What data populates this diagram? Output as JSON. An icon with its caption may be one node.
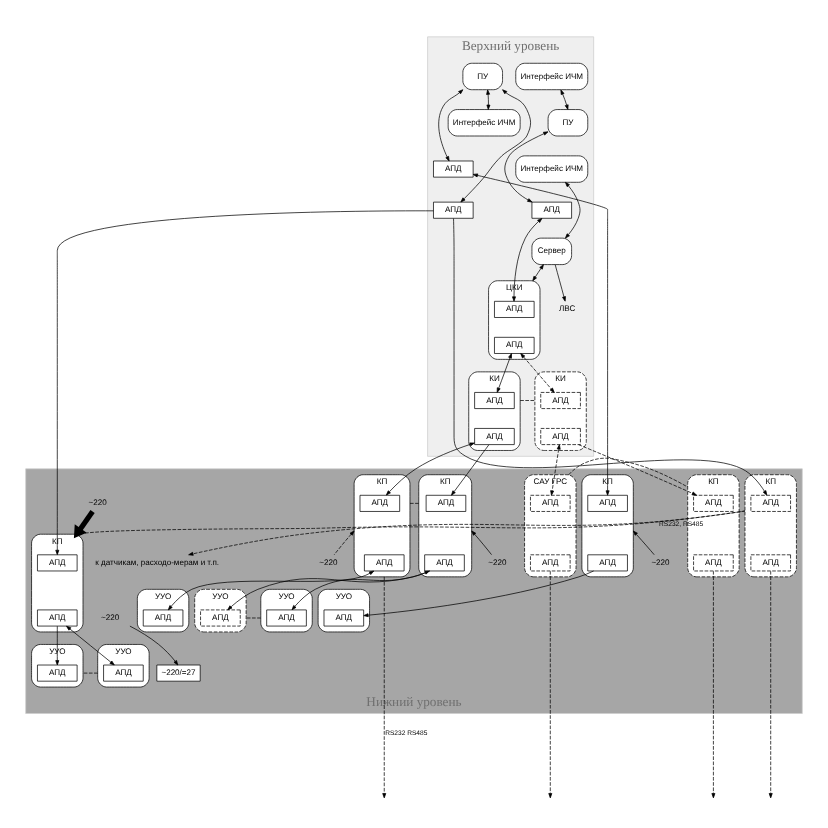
{
  "diagram": {
    "nodes": [
      {
        "text": [
          "Верхний уровень"
        ]
      },
      {
        "text": [
          "Нижний уровень"
        ]
      },
      {
        "text": [
          "Интерфейс ИЧМ"
        ],
        "in": 0
      },
      {
        "text": [
          "ПУ"
        ],
        "in": 0
      },
      {
        "text": [
          "Интерфейс ИЧМ"
        ],
        "in": 0
      },
      {
        "text": [
          "АПД"
        ],
        "in": 0
      },
      {
        "text": [
          "Сервер"
        ],
        "in": 0
      },
      {
        "text": [
          "ЦКИ"
        ],
        "in": 0
      },
      {
        "text": [
          "АПД"
        ],
        "in": 7
      },
      {
        "text": [
          "АПД"
        ],
        "in": 7
      },
      {
        "text": [
          "ЛВС"
        ],
        "in": 0
      },
      {
        "text": [
          "КИ"
        ],
        "in": 0
      },
      {
        "text": [
          "АПД"
        ],
        "in": 11
      },
      {
        "text": [
          "АПД"
        ],
        "in": 11
      },
      {
        "text": [
          "КИ"
        ],
        "in": 0
      },
      {
        "text": [
          "АПД"
        ],
        "in": 14
      },
      {
        "text": [
          "АПД"
        ],
        "in": 14
      },
      {
        "text": [
          "ПУ"
        ],
        "in": 0
      },
      {
        "text": [
          "Интерфейс ИЧМ"
        ],
        "in": 0
      },
      {
        "text": [
          "АПД"
        ],
        "in": 0
      },
      {
        "text": [
          "АПД"
        ],
        "in": 0
      },
      {
        "text": [
          "КП"
        ],
        "in": 1
      },
      {
        "text": [
          "АПД"
        ],
        "in": 21
      },
      {
        "text": [
          "АПД"
        ],
        "in": 21
      },
      {
        "text": [
          "~220"
        ],
        "in": 1
      },
      {
        "text": [
          "КП"
        ],
        "in": 1
      },
      {
        "text": [
          "АПД"
        ],
        "in": 25
      },
      {
        "text": [
          "АПД"
        ],
        "in": 25
      },
      {
        "text": [
          "~220"
        ],
        "in": 1
      },
      {
        "text": [
          "УУО"
        ],
        "in": 1
      },
      {
        "text": [
          "АПД"
        ],
        "in": 29
      },
      {
        "text": [
          "УУО"
        ],
        "in": 1
      },
      {
        "text": [
          "АПД"
        ],
        "in": 31
      },
      {
        "text": [
          "УУО"
        ],
        "in": 1
      },
      {
        "text": [
          "АПД"
        ],
        "in": 33
      },
      {
        "text": [
          "САУ ГРС"
        ],
        "in": 1
      },
      {
        "text": [
          "АПД"
        ],
        "in": 35
      },
      {
        "text": [
          "АПД"
        ],
        "in": 35
      },
      {
        "text": [
          "КП"
        ],
        "in": 1
      },
      {
        "text": [
          "АПД"
        ],
        "in": 38
      },
      {
        "text": [
          "АПД"
        ],
        "in": 38
      },
      {
        "text": [
          "КП"
        ],
        "in": 1
      },
      {
        "text": [
          "АПД"
        ],
        "in": 41
      },
      {
        "text": [
          "АПД"
        ],
        "in": 41
      },
      {
        "text": [
          "~220"
        ],
        "in": 1
      },
      {
        "text": [
          "КП"
        ],
        "in": 1
      },
      {
        "text": [
          "АПД"
        ],
        "in": 45
      },
      {
        "text": [
          "АПД"
        ],
        "in": 45
      },
      {
        "text": [
          "~220"
        ],
        "in": 1
      },
      {
        "text": [
          "КП"
        ],
        "in": 1
      },
      {
        "text": [
          "АПД"
        ],
        "in": 49
      },
      {
        "text": [
          "АПД"
        ],
        "in": 49
      },
      {
        "text": [
          "к датчикам, расходо-мерам и т.п."
        ],
        "in": 1
      },
      {
        "text": [
          "~220"
        ],
        "in": 1
      },
      {
        "text": [
          "~220/=27"
        ],
        "in": 1
      },
      {
        "text": [
          "УУО"
        ],
        "in": 1
      },
      {
        "text": [
          "АПД"
        ],
        "in": 55
      },
      {
        "text": [
          "УУО"
        ],
        "in": 1
      },
      {
        "text": [
          "АПД"
        ],
        "in": 57
      },
      {
        "text": [
          "УУО"
        ],
        "in": 1
      },
      {
        "text": [
          "АПД"
        ],
        "in": 59
      }
    ],
    "edges": [
      {
        "from": 2,
        "to": 3,
        "arrow": "both"
      },
      {
        "from": 4,
        "to": 6,
        "arrow": "both"
      },
      {
        "from": 3,
        "to": 5,
        "arrow": "both"
      },
      {
        "from": 5,
        "to": 8,
        "arrow": "both"
      },
      {
        "from": 6,
        "to": 10,
        "arrow": "to"
      },
      {
        "from": 6,
        "to": 7,
        "arrow": "both"
      },
      {
        "from": 9,
        "to": 12,
        "arrow": "both"
      },
      {
        "from": 9,
        "to": 15,
        "arrow": "both",
        "style": "dashed"
      },
      {
        "from": 11,
        "to": 14,
        "arrow": "none",
        "style": "dashed"
      },
      {
        "from": 17,
        "to": 18,
        "arrow": "both"
      },
      {
        "from": 17,
        "to": 19,
        "arrow": "both"
      },
      {
        "from": 17,
        "to": 20,
        "arrow": "both"
      },
      {
        "from": 20,
        "to": 46,
        "arrow": "to"
      },
      {
        "from": 20,
        "to": 50,
        "arrow": "to"
      },
      {
        "from": 13,
        "to": 22,
        "arrow": "both"
      },
      {
        "from": 13,
        "to": 26,
        "arrow": "to"
      },
      {
        "from": 21,
        "to": null,
        "arrow": "to",
        "style": "dashed",
        "label": "RS232 RS485"
      },
      {
        "from": 24,
        "to": 21,
        "arrow": "to",
        "style": "dashed"
      },
      {
        "from": 21,
        "to": 25,
        "arrow": "none",
        "style": "dashed"
      },
      {
        "from": 28,
        "to": 25,
        "arrow": "to"
      },
      {
        "from": 23,
        "to": 30,
        "arrow": "both"
      },
      {
        "from": 27,
        "to": 32,
        "arrow": "both"
      },
      {
        "from": 27,
        "to": 34,
        "arrow": "to"
      },
      {
        "from": 31,
        "to": 33,
        "arrow": "none",
        "style": "dashed"
      },
      {
        "from": 16,
        "to": 36,
        "arrow": "both",
        "style": "dashed"
      },
      {
        "from": 16,
        "to": 39,
        "arrow": "to",
        "style": "dashed"
      },
      {
        "from": 37,
        "to": null,
        "arrow": "to",
        "style": "dashed"
      },
      {
        "from": 35,
        "to": 38,
        "arrow": "none",
        "style": "dashed"
      },
      {
        "from": 40,
        "to": null,
        "arrow": "to",
        "style": "dashed"
      },
      {
        "from": 19,
        "to": 42,
        "arrow": "both"
      },
      {
        "from": 44,
        "to": 41,
        "arrow": "to"
      },
      {
        "from": 48,
        "to": 45,
        "arrow": "to",
        "style": "thick"
      },
      {
        "from": 45,
        "to": 49,
        "arrow": "none",
        "style": "dashed"
      },
      {
        "from": 47,
        "to": 58,
        "arrow": "both"
      },
      {
        "from": 47,
        "to": 60,
        "arrow": "to"
      },
      {
        "from": 49,
        "to": 52,
        "arrow": "to",
        "style": "dashed",
        "label": "RS232, RS485"
      },
      {
        "from": 51,
        "to": null,
        "arrow": "to",
        "style": "dashed"
      },
      {
        "from": 53,
        "to": 54,
        "arrow": "to"
      },
      {
        "from": 43,
        "to": 56,
        "arrow": "to"
      },
      {
        "from": 57,
        "to": 59,
        "arrow": "none",
        "style": "dashed"
      }
    ]
  }
}
